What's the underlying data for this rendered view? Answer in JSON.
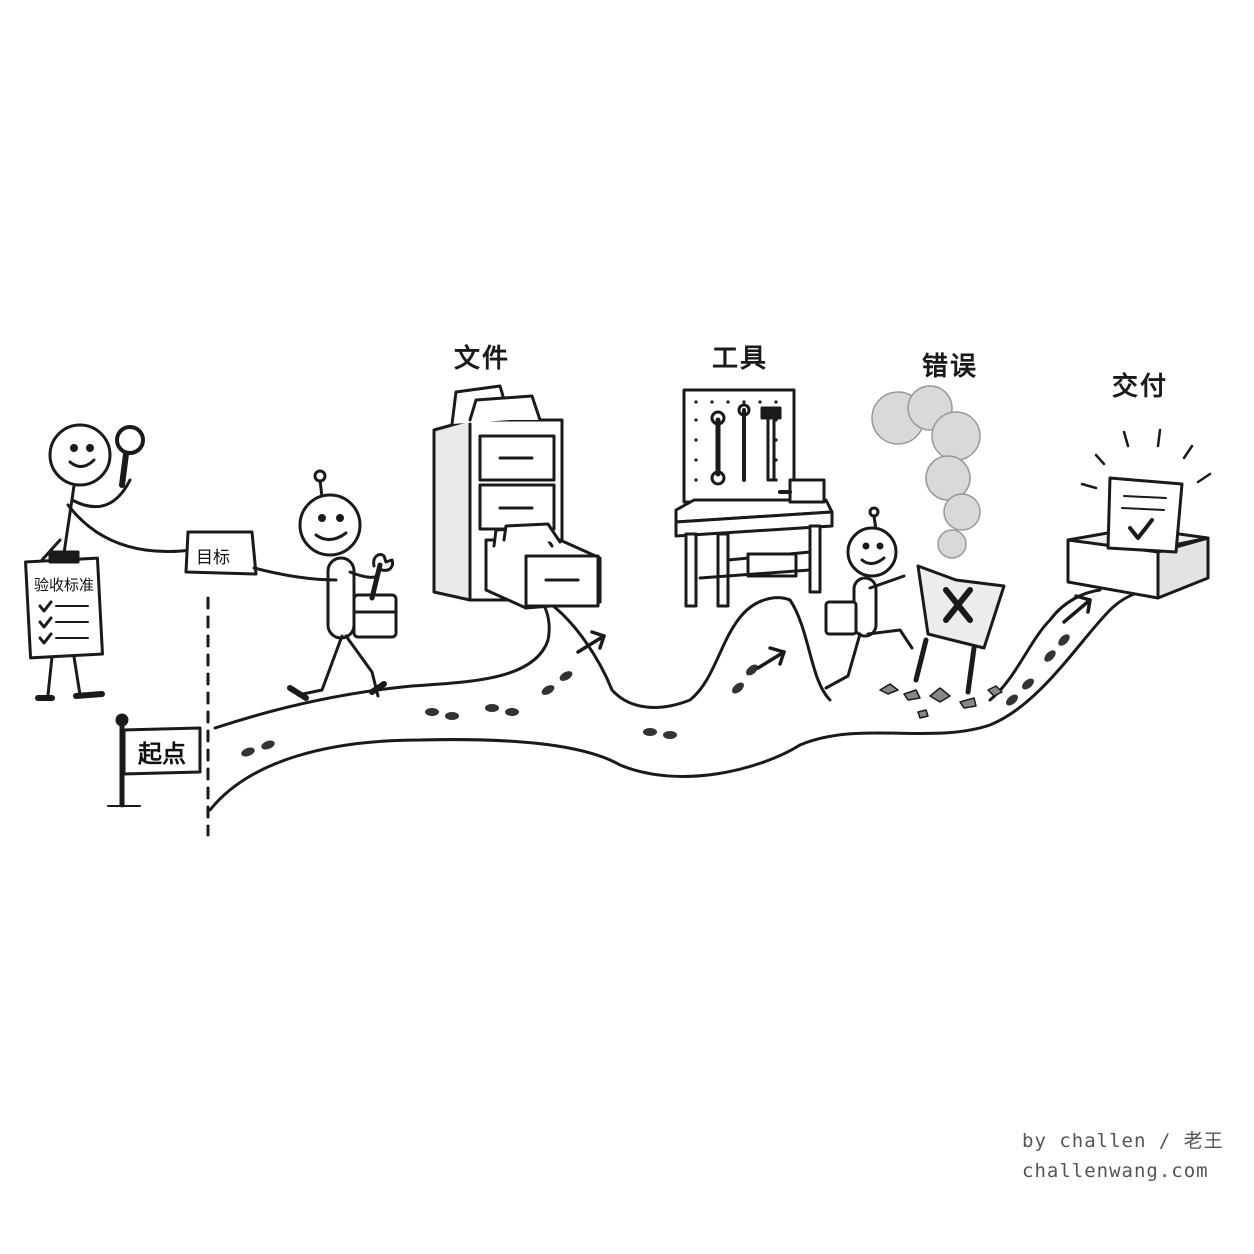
{
  "labels": {
    "files": "文件",
    "tools": "工具",
    "errors": "错误",
    "delivery": "交付"
  },
  "clipboard_title": "验收标准",
  "goal_note": "目标",
  "start_flag": "起点",
  "credit": {
    "line1": "by challen / 老王",
    "line2": "challenwang.com"
  },
  "icons": [
    "stick-figure-reviewer",
    "magnifier-icon",
    "clipboard-icon",
    "goal-paper-icon",
    "robot-walker",
    "tool-pouch-icon",
    "wrench-icon",
    "start-flag-icon",
    "filing-cabinet-icon",
    "workbench-icon",
    "pegboard-icon",
    "vise-icon",
    "hammer-icon",
    "screwdriver-icon",
    "broken-sign-icon",
    "smoke-icon",
    "rubble-icon",
    "inbox-tray-icon",
    "document-check-icon",
    "arrow-icon",
    "footprint-icon"
  ],
  "colors": {
    "ink": "#1a1a1a",
    "paper": "#ffffff",
    "shade": "#cfcfcf",
    "smoke": "#d9d9d9"
  }
}
